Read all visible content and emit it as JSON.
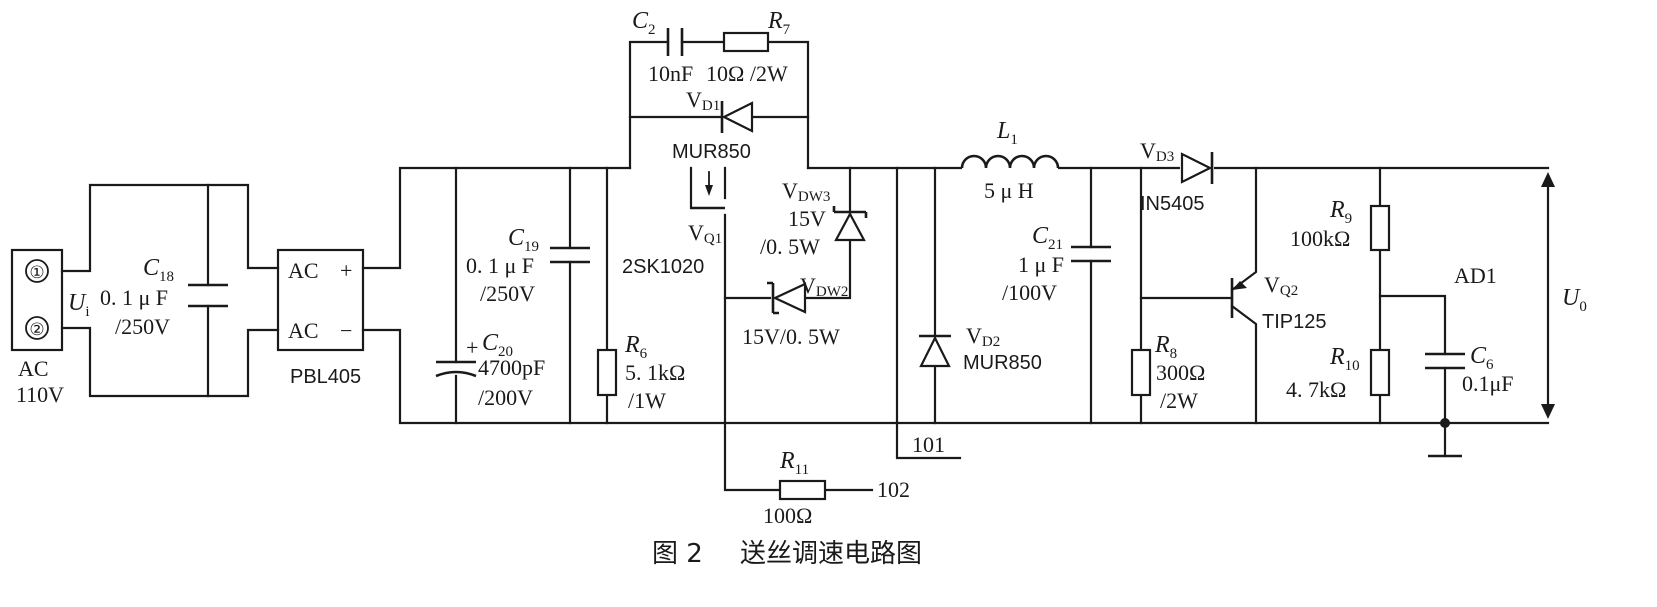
{
  "caption": {
    "figure": "图 2",
    "title": "送丝调速电路图"
  },
  "input": {
    "pin1": "①",
    "pin2": "②",
    "voltage_symbol": "U",
    "voltage_sub": "i",
    "ac_label": "AC",
    "ac_voltage": "110V"
  },
  "c18": {
    "ref": "C",
    "sub": "18",
    "value": "0. 1 μ F",
    "rating": "/250V"
  },
  "rectifier": {
    "ac_top": "AC",
    "plus": "+",
    "ac_bottom": "AC",
    "minus": "−",
    "part": "PBL405"
  },
  "c19": {
    "ref": "C",
    "sub": "19",
    "value": "0. 1 μ F",
    "rating": "/250V"
  },
  "c20": {
    "plus": "+",
    "ref": "C",
    "sub": "20",
    "value": "4700pF",
    "rating": "/200V"
  },
  "r6": {
    "ref": "R",
    "sub": "6",
    "value": "5. 1kΩ",
    "rating": "/1W"
  },
  "c2": {
    "ref": "C",
    "sub": "2",
    "value": "10nF"
  },
  "r7": {
    "ref": "R",
    "sub": "7",
    "value": "10Ω /2W"
  },
  "vd1": {
    "ref": "V",
    "sub": "D1",
    "part": "MUR850"
  },
  "vq1": {
    "ref": "V",
    "sub": "Q1",
    "part": "2SK1020"
  },
  "vdw3": {
    "ref": "V",
    "sub": "DW3",
    "value": "15V",
    "rating": "/0. 5W"
  },
  "vdw2": {
    "ref": "V",
    "sub": "DW2",
    "value": "15V/0. 5W"
  },
  "r11": {
    "ref": "R",
    "sub": "11",
    "value": "100Ω",
    "net": "102"
  },
  "vd2": {
    "ref": "V",
    "sub": "D2",
    "part": "MUR850"
  },
  "net101": "101",
  "l1": {
    "ref": "L",
    "sub": "1",
    "value": "5 μ H"
  },
  "c21": {
    "ref": "C",
    "sub": "21",
    "value": "1 μ F",
    "rating": "/100V"
  },
  "vd3": {
    "ref": "V",
    "sub": "D3",
    "part": "IN5405"
  },
  "r8": {
    "ref": "R",
    "sub": "8",
    "value": "300Ω",
    "rating": "/2W"
  },
  "vq2": {
    "ref": "V",
    "sub": "Q2",
    "part": "TIP125"
  },
  "r9": {
    "ref": "R",
    "sub": "9",
    "value": "100kΩ"
  },
  "r10": {
    "ref": "R",
    "sub": "10",
    "value": "4. 7kΩ"
  },
  "ad1": "AD1",
  "c6": {
    "ref": "C",
    "sub": "6",
    "value": "0.1μF"
  },
  "output": {
    "symbol": "U",
    "sub": "0"
  }
}
